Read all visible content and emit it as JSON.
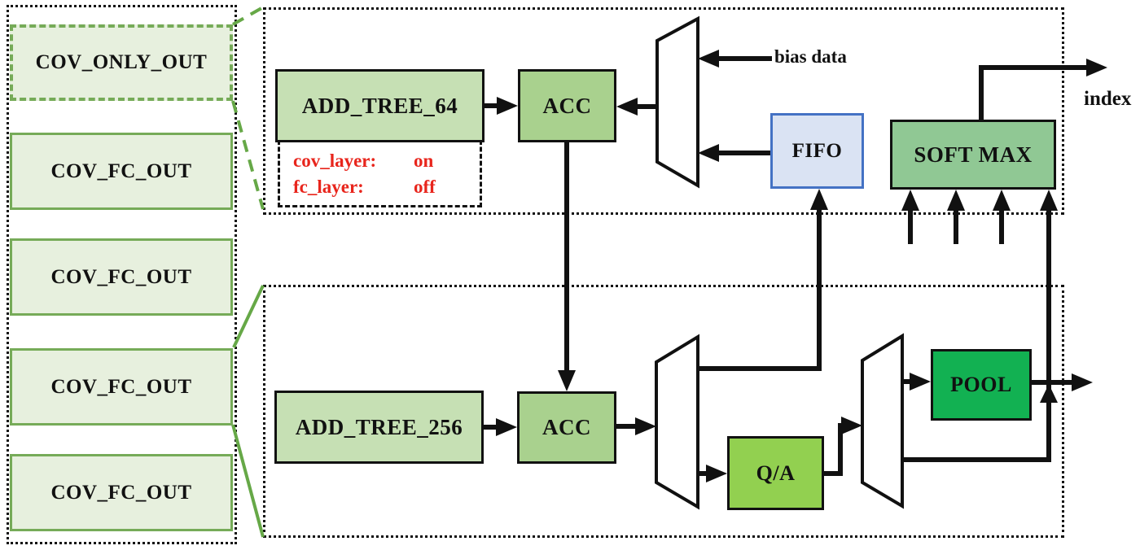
{
  "sidebar": {
    "items": [
      {
        "label": "COV_ONLY_OUT",
        "variant": "dashed"
      },
      {
        "label": "COV_FC_OUT",
        "variant": "solid"
      },
      {
        "label": "COV_FC_OUT",
        "variant": "solid"
      },
      {
        "label": "COV_FC_OUT",
        "variant": "solid"
      },
      {
        "label": "COV_FC_OUT",
        "variant": "solid"
      }
    ]
  },
  "top_section": {
    "add_tree_label": "ADD_TREE_64",
    "config": {
      "rows": [
        {
          "key": "cov_layer:",
          "value": "on"
        },
        {
          "key": "fc_layer:",
          "value": "off"
        }
      ]
    },
    "acc_label": "ACC",
    "bias_label": "bias data",
    "fifo_label": "FIFO",
    "softmax_label": "SOFT MAX",
    "index_label": "index"
  },
  "bottom_section": {
    "add_tree_label": "ADD_TREE_256",
    "acc_label": "ACC",
    "qa_label": "Q/A",
    "pool_label": "POOL"
  },
  "colors": {
    "box_light_green": "#c6e0b4",
    "box_medium_green": "#a9d18e",
    "softmax_green": "#90c894",
    "qa_green": "#92d050",
    "pool_green": "#12b152",
    "sidebar_fill": "#e7f0de",
    "sidebar_border": "#76ab58",
    "connector_green": "#66a847",
    "fifo_fill": "#dae3f3",
    "fifo_border": "#4472c4",
    "config_text_red": "#e8251c",
    "wire_black": "#111111"
  }
}
